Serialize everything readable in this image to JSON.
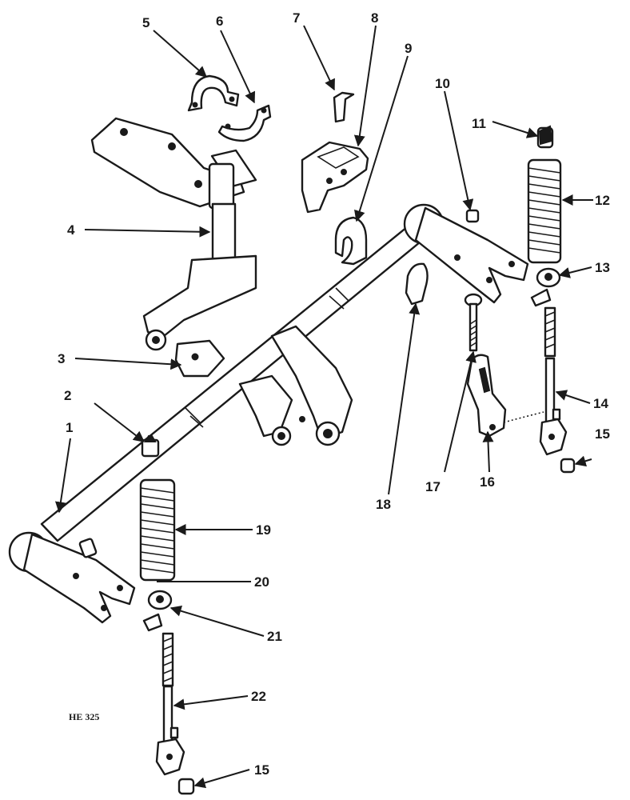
{
  "figure_code": "HE 325",
  "callouts": [
    "1",
    "2",
    "3",
    "4",
    "5",
    "6",
    "7",
    "8",
    "9",
    "10",
    "11",
    "12",
    "13",
    "14",
    "15",
    "16",
    "17",
    "18",
    "19",
    "20",
    "21",
    "22",
    "15"
  ],
  "colors": {
    "ink": "#1a1a1a",
    "paper": "#ffffff"
  }
}
